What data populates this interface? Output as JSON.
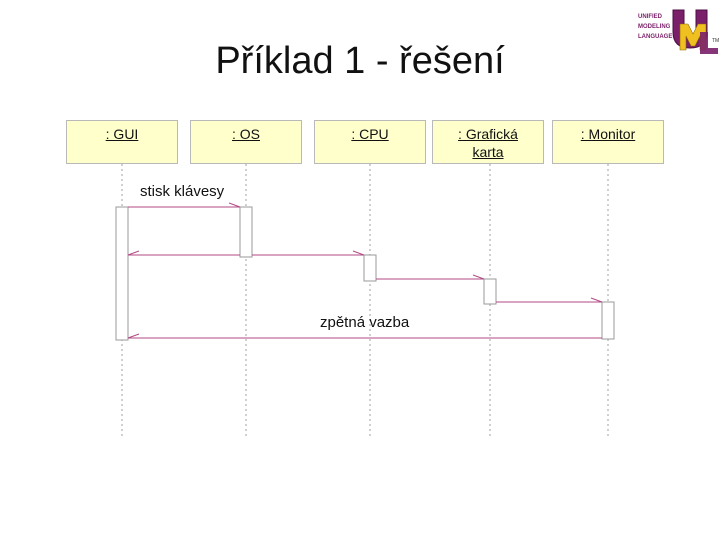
{
  "slide": {
    "title": "Příklad 1 - řešení"
  },
  "logo": {
    "line1": "UNIFIED",
    "line2": "MODELING",
    "line3": "LANGUAGE",
    "mark": "UML",
    "tm": "TM",
    "colors": {
      "purple": "#7a1f6a",
      "yellow": "#f0c020"
    }
  },
  "diagram": {
    "objects": [
      {
        "label": ": GUI"
      },
      {
        "label": ": OS"
      },
      {
        "label": ": CPU"
      },
      {
        "label": ": Grafická karta"
      },
      {
        "label": ": Monitor"
      }
    ],
    "messages": [
      {
        "from": 0,
        "to": 1,
        "label": "stisk klávesy"
      },
      {
        "from": 1,
        "to": 0,
        "label": ""
      },
      {
        "from": 1,
        "to": 2,
        "label": ""
      },
      {
        "from": 2,
        "to": 3,
        "label": ""
      },
      {
        "from": 3,
        "to": 4,
        "label": ""
      },
      {
        "from": 4,
        "to": 0,
        "label": "zpětná vazba"
      }
    ],
    "colors": {
      "box_fill": "#ffffcc",
      "message_line": "#b04a84",
      "lifeline": "#a0a0a0"
    }
  }
}
